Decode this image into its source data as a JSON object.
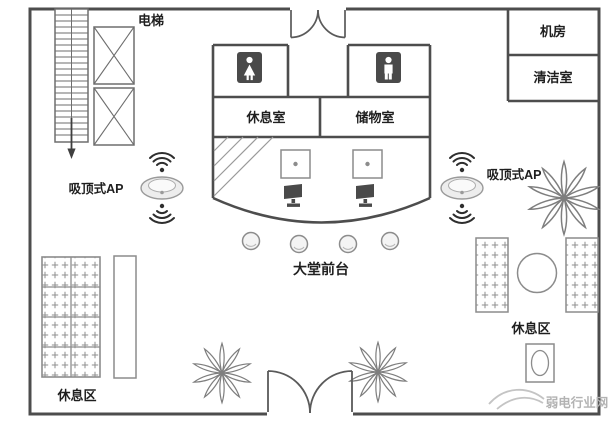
{
  "floor_plan": {
    "labels": {
      "elevator": "电梯",
      "machine_room": "机房",
      "cleaning_room": "清洁室",
      "lounge_room": "休息室",
      "storage_room": "储物室",
      "front_desk": "大堂前台",
      "ap_left": "吸顶式AP",
      "ap_right": "吸顶式AP",
      "rest_area_left": "休息区",
      "rest_area_right": "休息区"
    },
    "watermark": "弱电行业网",
    "icons": [
      "stairs-icon",
      "stairs-down-arrow-icon",
      "elevator-shaft-icon",
      "wc-female-icon",
      "wc-male-icon",
      "door-swing-icon",
      "wifi-signal-icon",
      "ceiling-ap-icon",
      "monitor-icon",
      "chair-icon",
      "sofa-icon",
      "round-table-icon",
      "side-table-icon",
      "plant-icon"
    ],
    "colors": {
      "wall": "#4d4d4d",
      "furniture_line": "#8c8c8c",
      "icon_dark": "#4a4a4a",
      "wifi": "#2e2e2e",
      "text": "#1f1f1f",
      "watermark": "#b3b3b3",
      "background": "#ffffff"
    }
  }
}
